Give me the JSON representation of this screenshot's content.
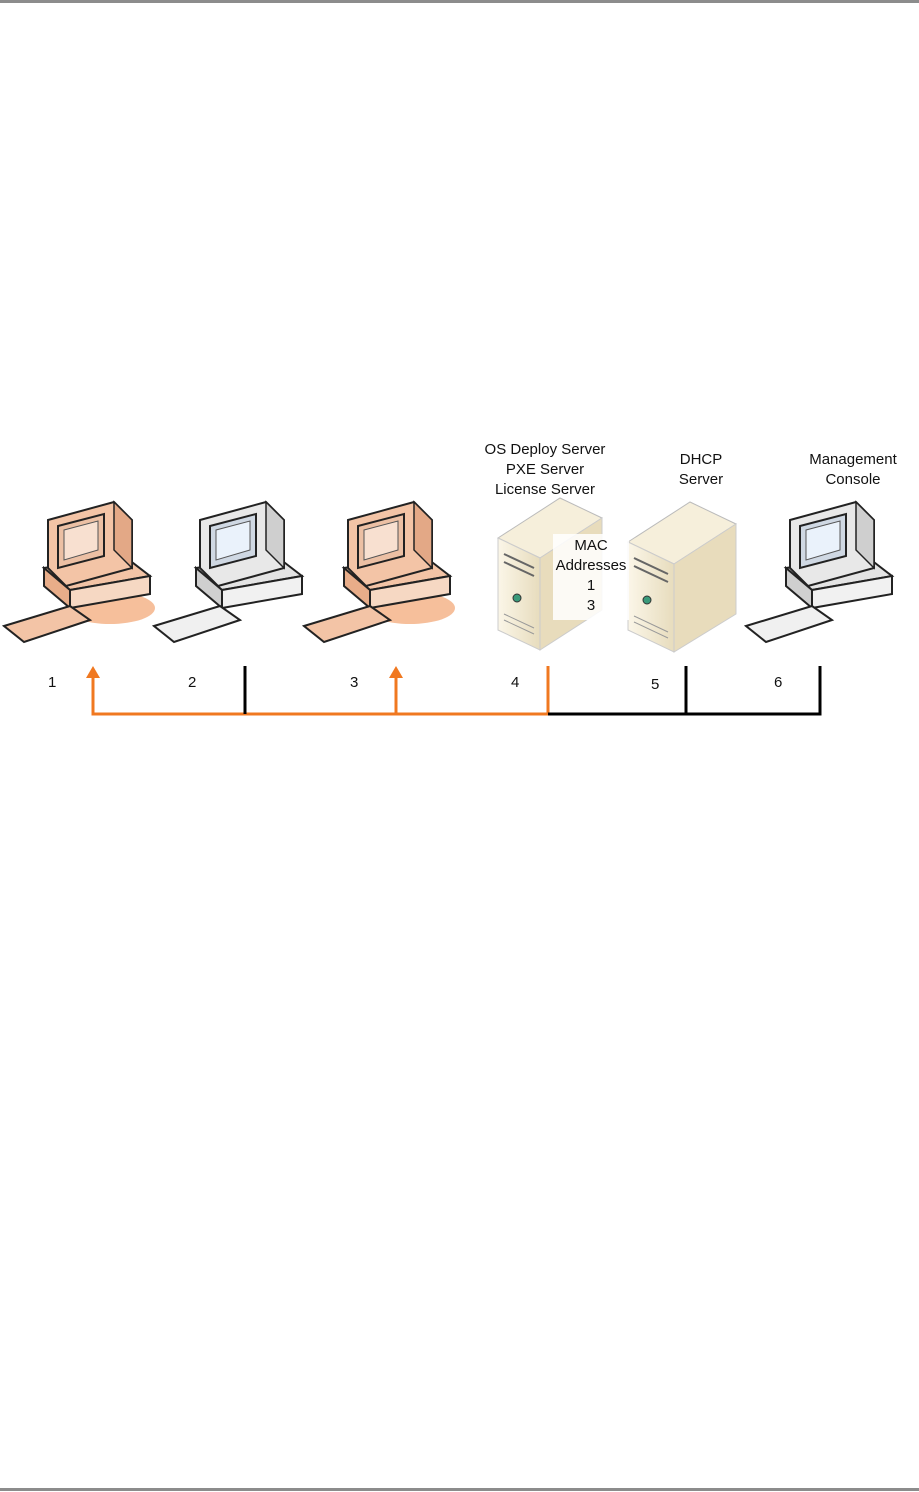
{
  "diagram": {
    "nodes": [
      {
        "id": "1",
        "number": "1",
        "kind": "workstation",
        "highlighted": true
      },
      {
        "id": "2",
        "number": "2",
        "kind": "workstation",
        "highlighted": false
      },
      {
        "id": "3",
        "number": "3",
        "kind": "workstation",
        "highlighted": true
      },
      {
        "id": "4",
        "number": "4",
        "kind": "server",
        "label": [
          "OS Deploy Server",
          "PXE Server",
          "License Server"
        ]
      },
      {
        "id": "5",
        "number": "5",
        "kind": "server",
        "label": [
          "DHCP",
          "Server"
        ]
      },
      {
        "id": "6",
        "number": "6",
        "kind": "workstation",
        "highlighted": false,
        "label": [
          "Management",
          "Console"
        ]
      }
    ],
    "mac_note": {
      "title_lines": [
        "MAC",
        "Addresses"
      ],
      "entries": [
        "1",
        "3"
      ]
    },
    "colors": {
      "highlight": "#f07820",
      "normal_line": "#000000",
      "highlight_fill": "#f3c4a6",
      "highlight_shadow": "#f5b48a",
      "normal_fill": "#eeeeee",
      "server_fill": "#efe6cf"
    }
  }
}
